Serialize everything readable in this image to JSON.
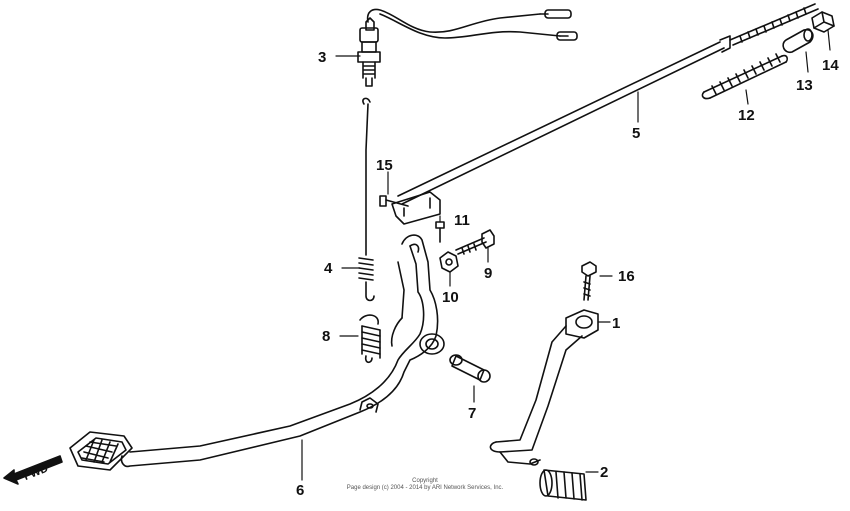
{
  "callouts": {
    "c1": "1",
    "c2": "2",
    "c3": "3",
    "c4": "4",
    "c5": "5",
    "c6": "6",
    "c7": "7",
    "c8": "8",
    "c9": "9",
    "c10": "10",
    "c11": "11",
    "c12": "12",
    "c13": "13",
    "c14": "14",
    "c15": "15",
    "c16": "16"
  },
  "direction_label": "FWD",
  "footer": {
    "line1": "Copyright",
    "line2": "Page design (c) 2004 - 2014 by ARI Network Services, Inc."
  }
}
